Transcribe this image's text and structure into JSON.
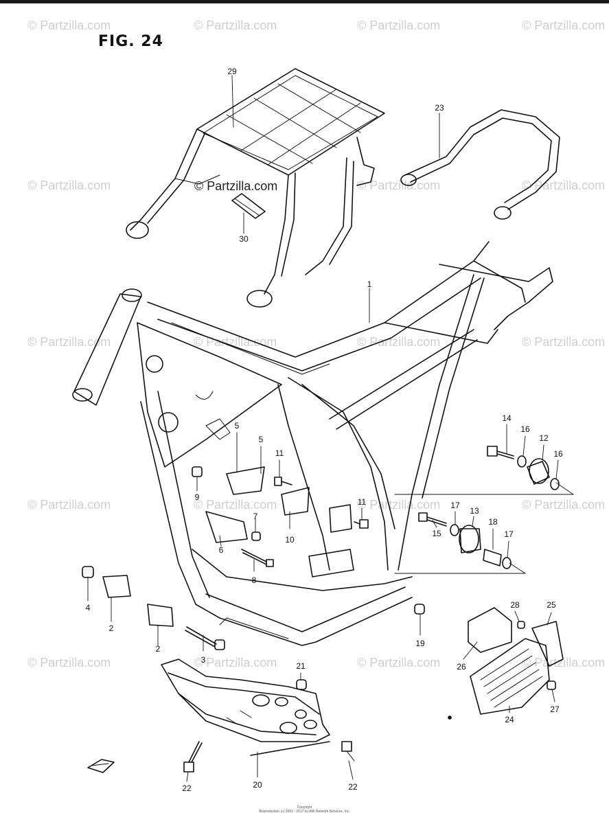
{
  "figure": {
    "title": "FIG. 24",
    "copyright_line1": "Copyright",
    "copyright_line2": "Reproduction (c) 2001 - 2017 by ARI Network Services, Inc."
  },
  "watermark": {
    "text": "© Partzilla.com",
    "center_text": "© Partzilla.com"
  },
  "callouts": [
    "29",
    "23",
    "30",
    "1",
    "5",
    "5",
    "11",
    "9",
    "7",
    "6",
    "10",
    "11",
    "8",
    "4",
    "2",
    "2",
    "3",
    "14",
    "16",
    "12",
    "16",
    "17",
    "13",
    "18",
    "15",
    "17",
    "19",
    "28",
    "25",
    "26",
    "24",
    "27",
    "21",
    "20",
    "22",
    "22"
  ],
  "parts": {
    "rear_carrier": "29",
    "grab_rail": "23",
    "carrier_cushion": "30",
    "frame": "1",
    "engine_mount_plates": [
      "5",
      "6",
      "10"
    ],
    "bolts": [
      "3",
      "8",
      "11",
      "14",
      "15",
      "22"
    ],
    "nuts": [
      "4",
      "7",
      "9",
      "19",
      "21",
      "27"
    ],
    "lower_brackets": [
      "2"
    ],
    "mount_bushing_upper": "12",
    "mount_bushing_lower": "13",
    "spacer": "18",
    "washers": [
      "16",
      "17"
    ],
    "skid_plate": "20",
    "tool_box": "24",
    "tool_box_bracket": "26",
    "tool_box_cushion": "25",
    "grommet": "28"
  }
}
